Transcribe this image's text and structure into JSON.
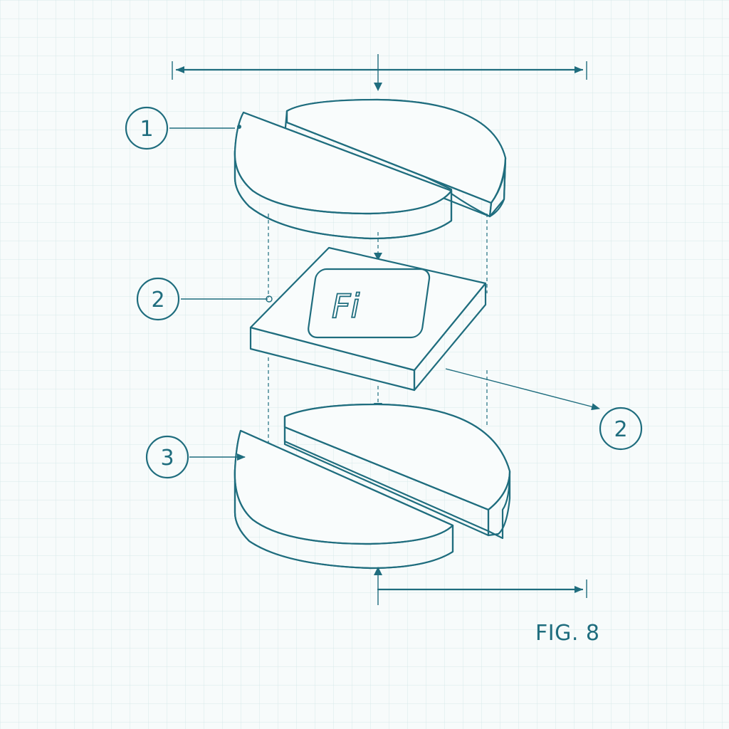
{
  "figure": {
    "caption": "FIG. 8",
    "center_icon_text": "Fi",
    "callouts": [
      {
        "id": "callout-1",
        "label": "1"
      },
      {
        "id": "callout-2-left",
        "label": "2"
      },
      {
        "id": "callout-2-right",
        "label": "2"
      },
      {
        "id": "callout-3",
        "label": "3"
      }
    ],
    "ink_color": "#1f6d7e",
    "grid_color": "#d7e8ea",
    "background_color": "#f7fbfb"
  }
}
